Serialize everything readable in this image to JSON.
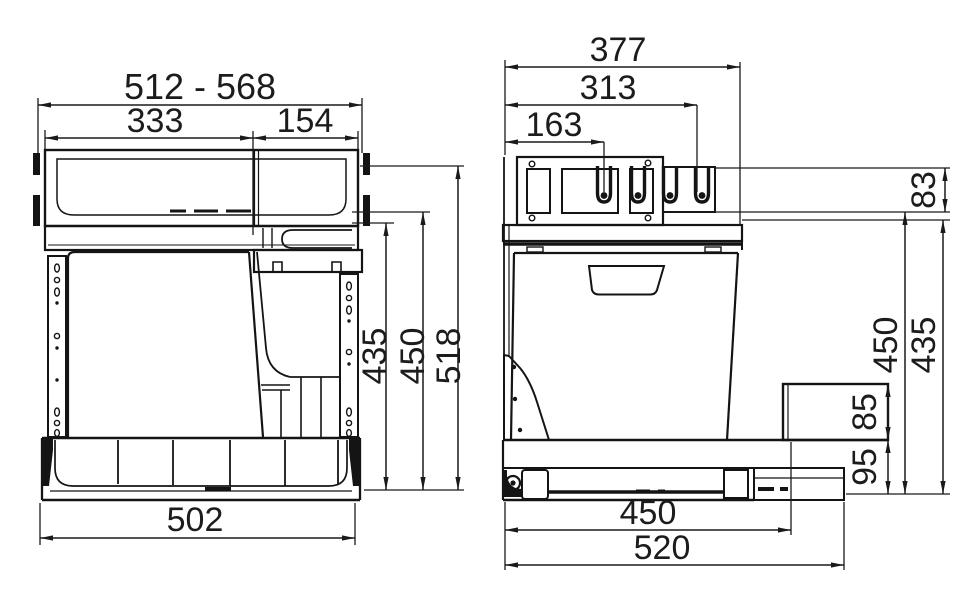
{
  "drawing": {
    "type": "technical-dimension-drawing",
    "unit_hint": "mm",
    "front_view": {
      "dim_width_range": "512 - 568",
      "dim_width_left": "333",
      "dim_width_right": "154",
      "dim_height_bin": "435",
      "dim_height_mid": "450",
      "dim_height_total": "518",
      "dim_base_width": "502"
    },
    "side_view": {
      "dim_depth_total": "377",
      "dim_depth_mid": "313",
      "dim_depth_front": "163",
      "dim_top_offset": "83",
      "dim_height_mid": "450",
      "dim_height_bin": "435",
      "dim_step_height": "85",
      "dim_rail_height": "95",
      "dim_runner_depth": "450",
      "dim_base_depth": "520"
    }
  }
}
